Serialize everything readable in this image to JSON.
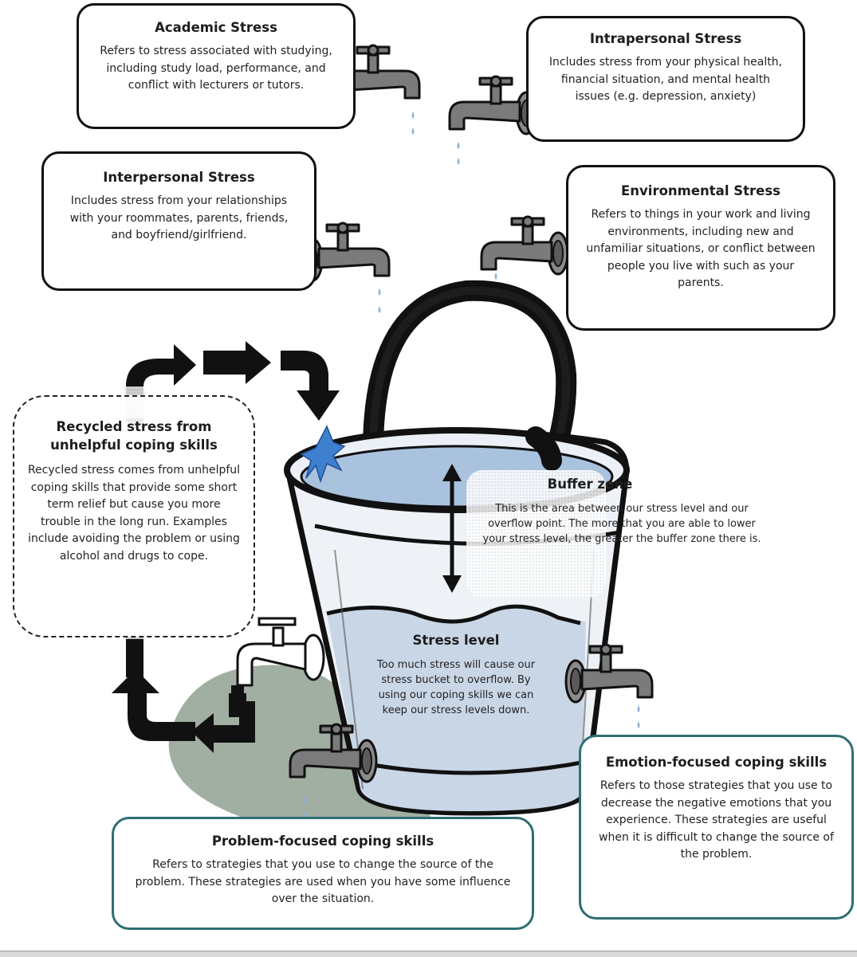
{
  "boxes": {
    "academic": {
      "title": "Academic Stress",
      "text": "Refers to stress associated with studying, including study load, performance, and conflict with lecturers or tutors."
    },
    "intrapersonal": {
      "title": "Intrapersonal Stress",
      "text": "Includes stress from your physical health, financial situation, and mental health issues (e.g. depression, anxiety)"
    },
    "interpersonal": {
      "title": "Interpersonal Stress",
      "text": "Includes stress from your relationships with your roommates, parents, friends, and boyfriend/girlfriend."
    },
    "environmental": {
      "title": "Environmental Stress",
      "text": "Refers to things in your work and living environments, including new and unfamiliar situations, or conflict between people you live with such as your parents."
    },
    "recycled": {
      "title": "Recycled stress from unhelpful coping skills",
      "text": "Recycled stress comes from unhelpful coping skills that provide some short term relief but cause you more trouble in the long run. Examples include avoiding the problem or using alcohol and drugs to cope."
    },
    "emotion": {
      "title": "Emotion-focused coping skills",
      "text": "Refers to those strategies that you use to decrease the negative emotions that you experience. These strategies are useful when it is difficult to change the source of the problem."
    },
    "problem": {
      "title": "Problem-focused coping skills",
      "text": "Refers to strategies that you use to change the source of the problem.  These strategies are used when you have some influence over the situation."
    }
  },
  "bucket": {
    "buffer": {
      "title": "Buffer zone",
      "text": "This is the area between our stress level and our overflow point. The more that you are able to lower your stress level, the greater the buffer zone there is."
    },
    "stress": {
      "title": "Stress level",
      "text": "Too much stress will cause our stress bucket to overflow. By using our coping skills we can keep our stress levels down."
    }
  },
  "colors": {
    "border_black": "#111111",
    "border_teal": "#2f6f73",
    "water": "#c9d6e6",
    "water_top": "#a9c2de",
    "splash": "#3f7fd0",
    "tap": "#7b7b7b",
    "shadow": "#8fa190",
    "arrow": "#111111"
  },
  "icons": [
    "tap-icon",
    "water-drop-icon",
    "bucket-icon",
    "splash-icon",
    "arrow-icon",
    "double-arrow-icon"
  ]
}
